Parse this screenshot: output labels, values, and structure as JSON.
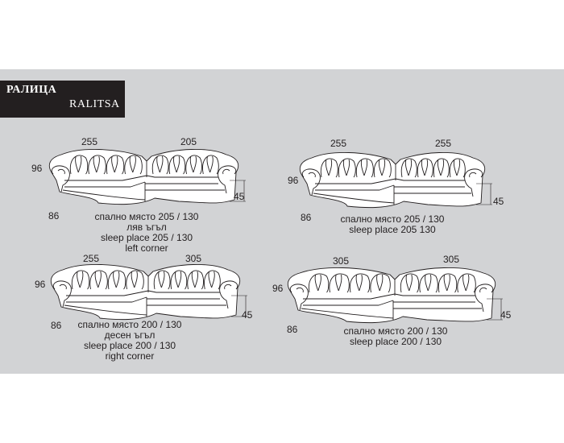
{
  "header": {
    "title_bg": "РАЛИЦА",
    "title_en": "RALITSA"
  },
  "variants": [
    {
      "left_length": "255",
      "right_length": "205",
      "depth": "96",
      "seat_depth": "86",
      "seat_height": "45",
      "caption_lines": [
        "спално място 205 / 130",
        "ляв ъгъл",
        "sleep place 205 / 130",
        "left corner"
      ]
    },
    {
      "left_length": "255",
      "right_length": "255",
      "depth": "96",
      "seat_depth": "86",
      "seat_height": "45",
      "caption_lines": [
        "спално място 205 / 130",
        "sleep place 205 130"
      ]
    },
    {
      "left_length": "255",
      "right_length": "305",
      "depth": "96",
      "seat_depth": "86",
      "seat_height": "45",
      "caption_lines": [
        "спално място 200 / 130",
        "десен ъгъл",
        "sleep place 200 / 130",
        "right corner"
      ]
    },
    {
      "left_length": "305",
      "right_length": "305",
      "depth": "96",
      "seat_depth": "86",
      "seat_height": "45",
      "caption_lines": [
        "спално място 200 / 130",
        "sleep place 200 / 130"
      ]
    }
  ],
  "colors": {
    "panel": "#d2d3d5",
    "title_box": "#231f20",
    "sofa_fill": "#ffffff",
    "line": "#231f20"
  }
}
